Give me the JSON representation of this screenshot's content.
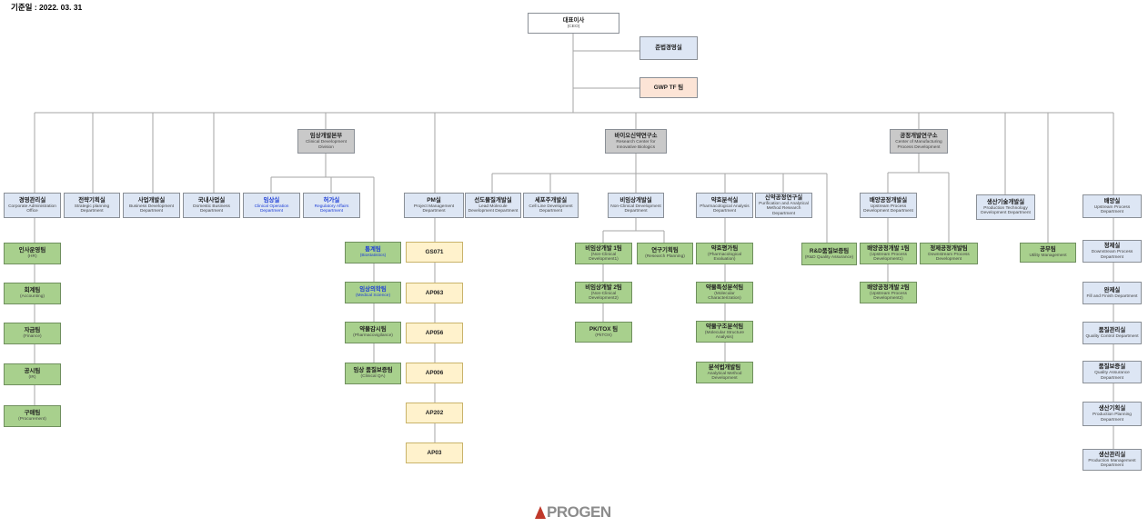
{
  "header": {
    "base_date": "기준일 : 2022. 03. 31"
  },
  "logo": {
    "text": "PROGEN"
  },
  "org": {
    "ceo": {
      "ko": "대표이사",
      "en": "(CEO)"
    },
    "compliance": {
      "ko": "준법경영실",
      "en": ""
    },
    "gwp": {
      "ko": "GWP TF 팀",
      "en": ""
    },
    "clinical_div": {
      "ko": "임상개발본부",
      "en": "Clinical Development Division"
    },
    "rcib": {
      "ko": "바이오신약연구소",
      "en": "Research Center for Innovative Biologics"
    },
    "cmpd": {
      "ko": "공정개발연구소",
      "en": "Center of Manufacturing Process Development"
    },
    "corp_admin": {
      "ko": "경영관리실",
      "en": "Corporate Administration Office"
    },
    "strategic": {
      "ko": "전략기획실",
      "en": "Strategic planning Department"
    },
    "bizdev": {
      "ko": "사업개발실",
      "en": "Business Development Department"
    },
    "domestic": {
      "ko": "국내사업실",
      "en": "Domestic Business Department"
    },
    "clin_op": {
      "ko": "임상실",
      "en": "Clinical Operation Department"
    },
    "reg_aff": {
      "ko": "허가실",
      "en": "Regulatory Affairs Department"
    },
    "pm": {
      "ko": "PM실",
      "en": "Project Management Department"
    },
    "lead_mol": {
      "ko": "선도물질개발실",
      "en": "Lead Molecule Development Department"
    },
    "cell_line": {
      "ko": "세포주개발실",
      "en": "Cell Line Development Department"
    },
    "nonclin": {
      "ko": "비임상개발실",
      "en": "Non-Clinical Development Department"
    },
    "pharm_analysis": {
      "ko": "약효분석실",
      "en": "Pharmacological Analysis Department"
    },
    "purif": {
      "ko": "신약공정연구실",
      "en": "Purification and Analytical Method Research Department"
    },
    "upstream_dev": {
      "ko": "배양공정개발실",
      "en": "Upstream Process Development Department"
    },
    "production_tech": {
      "ko": "생산기술개발실",
      "en": "Production Technology Development Department"
    },
    "upstream_proc": {
      "ko": "배양실",
      "en": "Upstream Process Department"
    },
    "hr": {
      "ko": "인사운영팀",
      "en": "(HR)"
    },
    "accounting": {
      "ko": "회계팀",
      "en": "(Accounting)"
    },
    "finance": {
      "ko": "자금팀",
      "en": "(Finance)"
    },
    "ir": {
      "ko": "공시팀",
      "en": "(IR)"
    },
    "procurement": {
      "ko": "구매팀",
      "en": "(Procurement)"
    },
    "biostat": {
      "ko": "통계팀",
      "en": "(Biostatistics)"
    },
    "med_sci": {
      "ko": "임상의학팀",
      "en": "(Medical Science)"
    },
    "pharmacovig": {
      "ko": "약물감시팀",
      "en": "(Pharmacovigilance)"
    },
    "clin_qa": {
      "ko": "임상 품질보증팀",
      "en": "(Clinical QA)"
    },
    "p_gs071": {
      "ko": "GS071",
      "en": ""
    },
    "p_ap063": {
      "ko": "AP063",
      "en": ""
    },
    "p_ap056": {
      "ko": "AP056",
      "en": ""
    },
    "p_ap006": {
      "ko": "AP006",
      "en": ""
    },
    "p_ap202": {
      "ko": "AP202",
      "en": ""
    },
    "p_ap03": {
      "ko": "AP03",
      "en": ""
    },
    "nc1": {
      "ko": "비임상개발 1팀",
      "en": "(Non-Clinical Development1)"
    },
    "nc2": {
      "ko": "비임상개발 2팀",
      "en": "(Non-Clinical Development2)"
    },
    "pktox": {
      "ko": "PK/TOX 팀",
      "en": "(PkTOX)"
    },
    "research_plan": {
      "ko": "연구기획팀",
      "en": "(Research Planning)"
    },
    "pharm_eval": {
      "ko": "약효평가팀",
      "en": "(Pharmacological Evaluation)"
    },
    "mol_char": {
      "ko": "약물특성분석팀",
      "en": "(Molecular Characterization)"
    },
    "mol_struct": {
      "ko": "약물구조분석팀",
      "en": "(Molecular Structure Analysis)"
    },
    "anal_method": {
      "ko": "분석법개발팀",
      "en": "Analytical Method Development"
    },
    "rd_qa": {
      "ko": "R&D품질보증팀",
      "en": "(R&D Quality Assurance)"
    },
    "usp1": {
      "ko": "배양공정개발 1팀",
      "en": "(Upstream Process Development1)"
    },
    "usp2": {
      "ko": "배양공정개발 2팀",
      "en": "(Upstream Process Development2)"
    },
    "dsp": {
      "ko": "정제공정개발팀",
      "en": "Downstream Process Development"
    },
    "utility": {
      "ko": "공무팀",
      "en": "Utility Management"
    },
    "downstream_proc": {
      "ko": "정제실",
      "en": "Downstream Process Department"
    },
    "fill_finish": {
      "ko": "완제실",
      "en": "Fill and Finish Department"
    },
    "qc": {
      "ko": "품질관리실",
      "en": "Quality Control Department"
    },
    "qa": {
      "ko": "품질보증실",
      "en": "Quality Assurance Department"
    },
    "prod_plan": {
      "ko": "생산기획실",
      "en": "Production Planning Department"
    },
    "prod_mgmt": {
      "ko": "생산관리실",
      "en": "Production Management Department"
    }
  },
  "colors": {
    "line": "#a6a6a6",
    "blue_box": "#dde6f4",
    "gray_box": "#c9c9c9",
    "green_box": "#a8d08d",
    "yellow_box": "#fff2cc",
    "peach_box": "#fce4d6",
    "logo_red": "#c0392b"
  }
}
